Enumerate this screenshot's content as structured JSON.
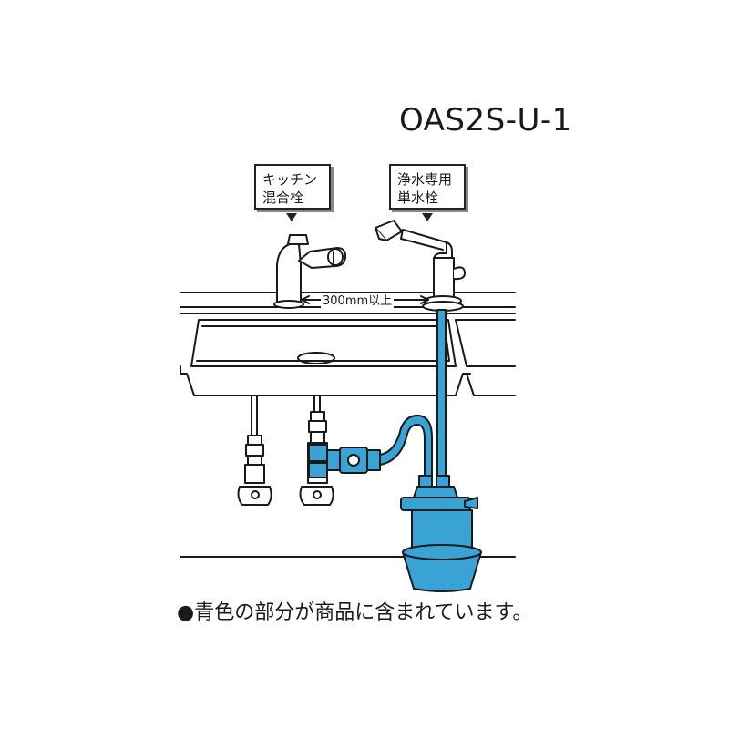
{
  "model_code": "OAS2S-U-1",
  "labels": {
    "kitchen_faucet": [
      "キッチン",
      "混合栓"
    ],
    "purifier_faucet": [
      "浄水専用",
      "単水栓"
    ]
  },
  "distance_label": "300mm以上",
  "note": "●青色の部分が商品に含まれています。",
  "colors": {
    "product_blue": "#3aa3d6",
    "outline": "#1a1a1a",
    "metal_gray": "#cfcfcf"
  }
}
